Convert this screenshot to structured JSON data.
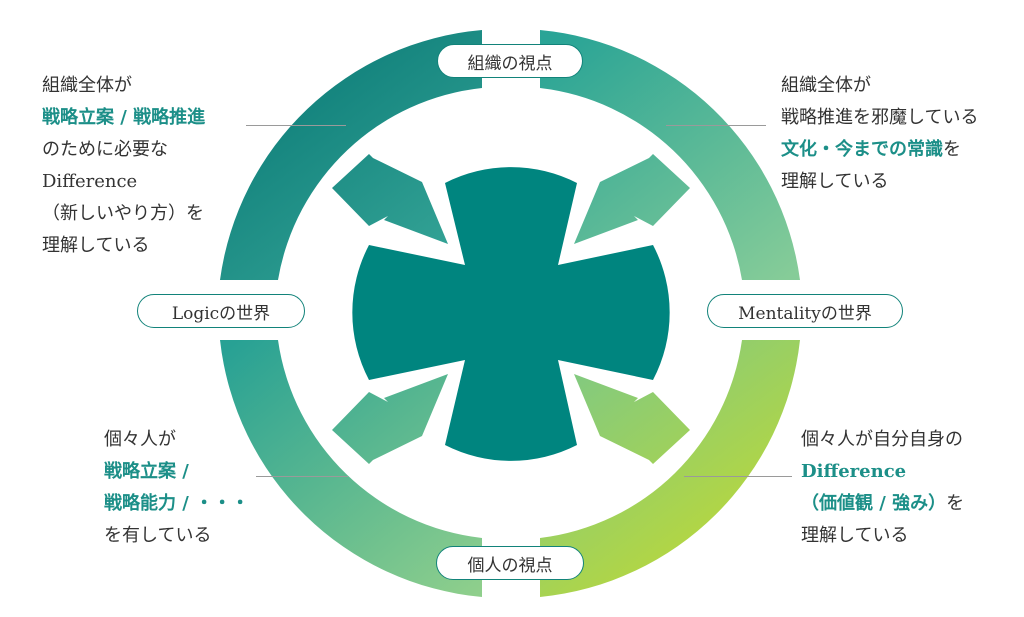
{
  "colors": {
    "teal_dark": "#0f7f7a",
    "teal_mid": "#2ea79a",
    "green_light": "#6ec4a6",
    "lime": "#c5db2f",
    "center": "#00857f",
    "highlight": "#1c8f88"
  },
  "axes": {
    "top": "組織の視点",
    "bottom": "個人の視点",
    "left": "Logicの世界",
    "right": "Mentalityの世界"
  },
  "notes": {
    "top_left": {
      "l1": "組織全体が",
      "l2": "戦略立案 / 戦略推進",
      "l3": "のために必要な",
      "l4": "Difference",
      "l5": "（新しいやり方）を",
      "l6": "理解している"
    },
    "top_right": {
      "l1": "組織全体が",
      "l2": "戦略推進を邪魔している",
      "l3a": "文化・今までの常識",
      "l3b": "を",
      "l4": "理解している"
    },
    "bottom_left": {
      "l1": "個々人が",
      "l2": "戦略立案 /",
      "l3": "戦略能力 / ・・・",
      "l4": "を有している"
    },
    "bottom_right": {
      "l1": "個々人が自分自身の",
      "l2": "Difference",
      "l3a": "（価値観 / 強み）",
      "l3b": "を",
      "l4": "理解している"
    }
  }
}
